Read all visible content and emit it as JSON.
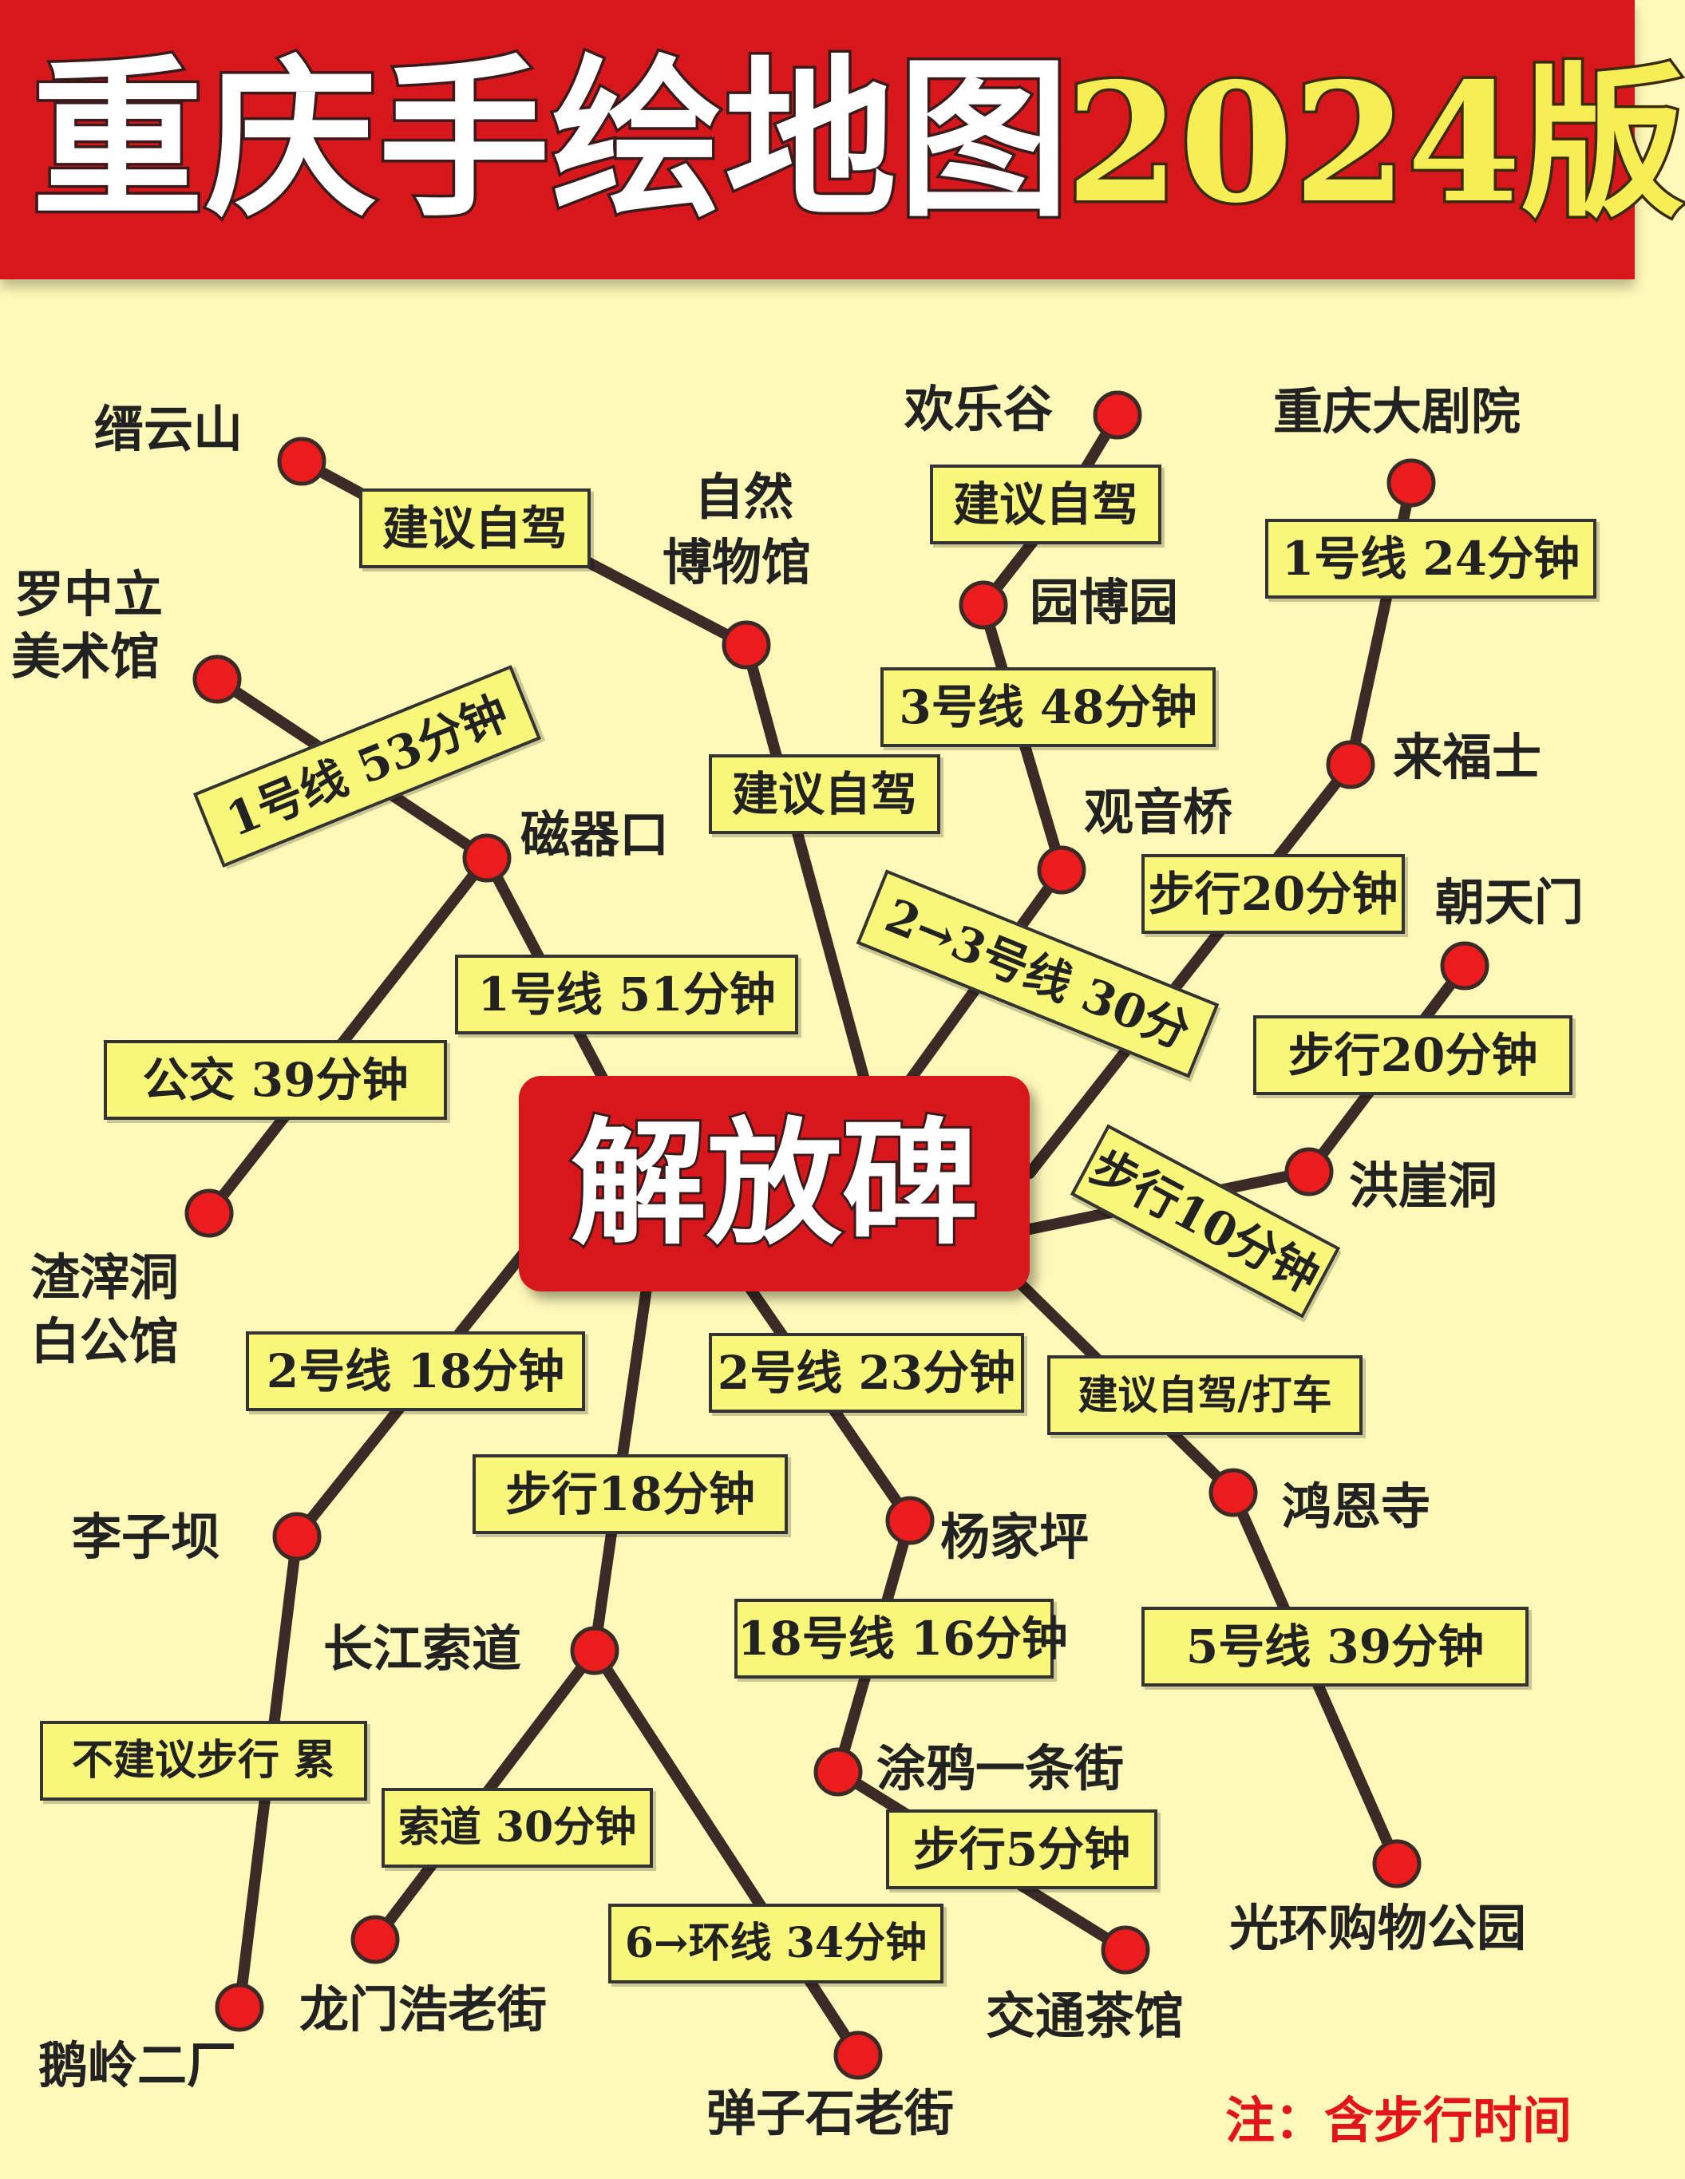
{
  "header": {
    "title": "重庆手绘地图",
    "edition": "2024版"
  },
  "hub": "解放碑",
  "stations": {
    "jinyunshan": "缙云山",
    "museum_line1": "自然",
    "museum_line2": "博物馆",
    "huanlegu": "欢乐谷",
    "grandtheatre": "重庆大剧院",
    "luozhongli_line1": "罗中立",
    "luozhongli_line2": "美术馆",
    "yuanboyuan": "园博园",
    "laifushi": "来福士",
    "ciqikou": "磁器口",
    "guanyinqiao": "观音桥",
    "chaotianmen": "朝天门",
    "hongyadong": "洪崖洞",
    "zhazidong_line1": "渣滓洞",
    "zhazidong_line2": "白公馆",
    "liziba": "李子坝",
    "yangjiaping": "杨家坪",
    "hongensi": "鸿恩寺",
    "cableway": "长江索道",
    "graffiti": "涂鸦一条街",
    "eling": "鹅岭二厂",
    "longmenhao": "龙门浩老街",
    "teahouse": "交通茶馆",
    "guanghuan": "光环购物公园",
    "danzishi": "弹子石老街"
  },
  "routes": {
    "jinyunshan": "建议自驾",
    "huanlegu": "建议自驾",
    "grandtheatre": "1号线 24分钟",
    "museum": "建议自驾",
    "yuanboyuan": "3号线 48分钟",
    "luozhongli": "1号线 53分钟",
    "laifushi": "步行20分钟",
    "guanyinqiao": "2→3号线 30分",
    "ciqikou": "1号线 51分钟",
    "chaotianmen": "步行20分钟",
    "zhazidong": "公交 39分钟",
    "hongyadong": "步行10分钟",
    "liziba": "2号线 18分钟",
    "yangjiaping": "2号线 23分钟",
    "hongensi": "建议自驾/打车",
    "cableway": "步行18分钟",
    "graffiti": "18号线 16分钟",
    "guanghuan": "5号线 39分钟",
    "eling": "不建议步行 累",
    "longmenhao": "索道 30分钟",
    "teahouse": "步行5分钟",
    "danzishi": "6→环线 34分钟"
  },
  "note": "注：含步行时间",
  "colors": {
    "banner": "#d7171c",
    "background": "#fef9b9",
    "tag": "#f9f77a",
    "station": "#ec1c1c",
    "edition": "#f6ee55",
    "note": "#e4141b"
  }
}
